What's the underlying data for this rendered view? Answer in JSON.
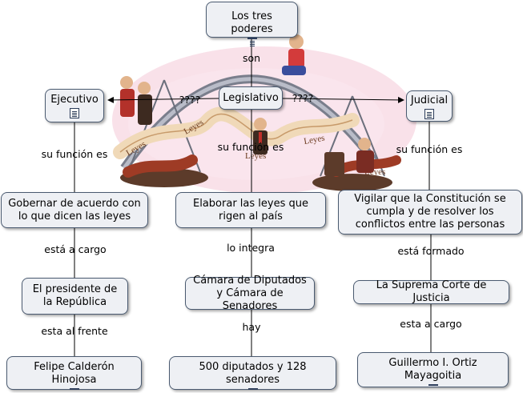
{
  "nodes": {
    "root": "Los tres poderes",
    "ejecutivo": "Ejecutivo",
    "legislativo": "Legislativo",
    "judicial": "Judicial",
    "exec_func": "Gobernar de acuerdo con lo que dicen las leyes",
    "leg_func": "Elaborar las leyes que rigen al país",
    "jud_func": "Vigilar que la Constitución se cumpla y de resolver los conflictos entre las personas",
    "exec_cargo": "El presidente de la República",
    "leg_integra": "Cámara de Diputados y Cámara de Senadores",
    "jud_formado": "La Suprema Corte de Justicia",
    "exec_frente": "Felipe Calderón Hinojosa",
    "leg_hay": "500 diputados y 128 senadores",
    "jud_cargo": "Guillermo I. Ortiz Mayagoitia"
  },
  "links": {
    "son": "son",
    "q_left": "????",
    "q_right": "????",
    "su_funcion_left": "su función es",
    "su_funcion_mid": "su función es",
    "su_funcion_right": "su función es",
    "esta_a_cargo_left": "está a cargo",
    "lo_integra": "lo integra",
    "esta_formado": "está formado",
    "esta_al_frente": "esta al frente",
    "hay": "hay",
    "esta_a_cargo_right": "esta a cargo"
  },
  "illustration_words": [
    "Leyes",
    "Leyes",
    "Leyes",
    "Leyes",
    "Leyes"
  ],
  "icons": {
    "doc": "document-icon",
    "image": "image-icon"
  },
  "colors": {
    "node_fill": "#eef0f4",
    "node_border": "#4a5a70",
    "connector": "#000000"
  }
}
